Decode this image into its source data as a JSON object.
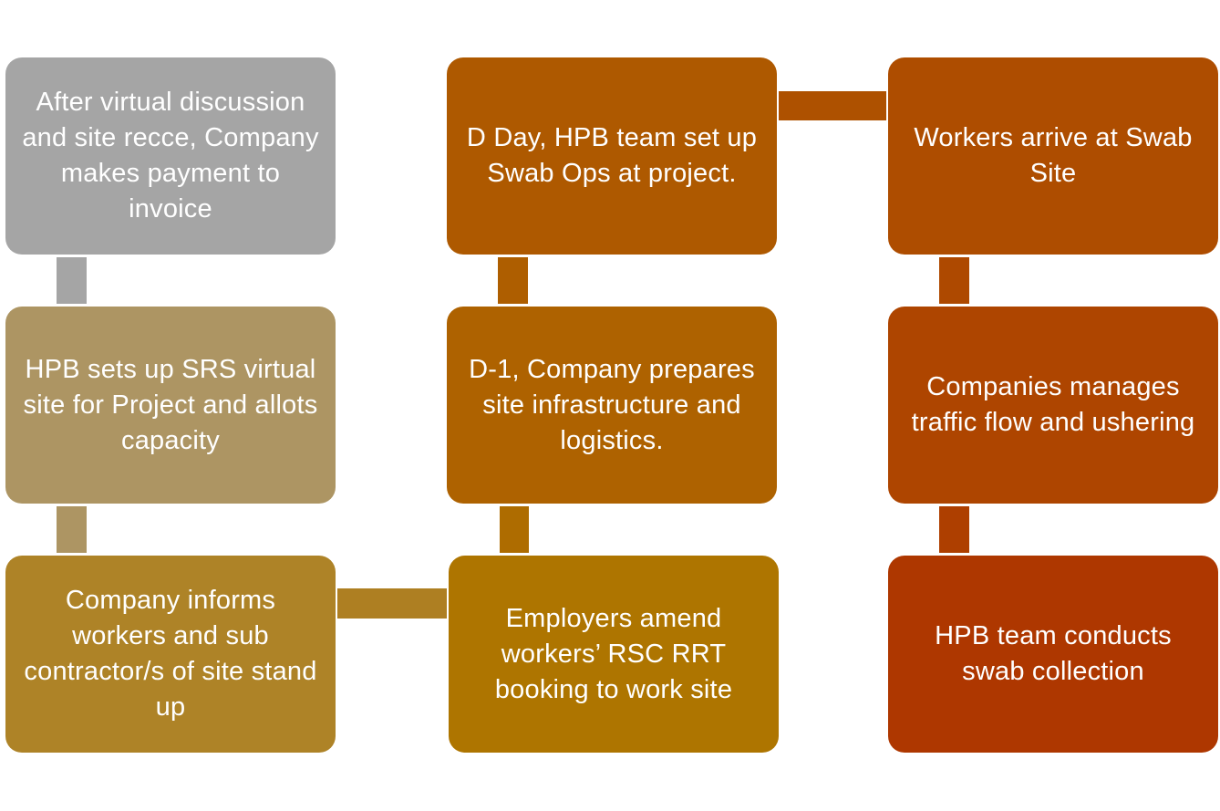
{
  "steps": [
    {
      "text": "After virtual discussion and site recce, Company makes payment to invoice",
      "color": "#A5A5A5"
    },
    {
      "text": "HPB sets up SRS virtual site for Project and allots capacity",
      "color": "#AD9563"
    },
    {
      "text": "Company informs workers and sub contractor/s of site stand up",
      "color": "#AE8327"
    },
    {
      "text": "Employers amend workers’ RSC RRT booking to work site",
      "color": "#AE7500"
    },
    {
      "text": "D-1, Company prepares site infrastructure and logistics.",
      "color": "#AE6200"
    },
    {
      "text": "D Day, HPB team set up Swab Ops at project.",
      "color": "#AE5900"
    },
    {
      "text": "Workers arrive at Swab Site",
      "color": "#AE4D00"
    },
    {
      "text": "Companies manages traffic flow and ushering",
      "color": "#AE4500"
    },
    {
      "text": "HPB team conducts swab collection",
      "color": "#AE3700"
    }
  ],
  "connectors": [
    {
      "from": 1,
      "to": 2,
      "color": "#A5A5A5"
    },
    {
      "from": 2,
      "to": 3,
      "color": "#AD9563"
    },
    {
      "from": 3,
      "to": 4,
      "color": "#AE7F22"
    },
    {
      "from": 4,
      "to": 5,
      "color": "#AE6C00"
    },
    {
      "from": 5,
      "to": 6,
      "color": "#AE5E00"
    },
    {
      "from": 6,
      "to": 7,
      "color": "#AE5100"
    },
    {
      "from": 7,
      "to": 8,
      "color": "#AE4900"
    },
    {
      "from": 8,
      "to": 9,
      "color": "#AE3F00"
    }
  ]
}
